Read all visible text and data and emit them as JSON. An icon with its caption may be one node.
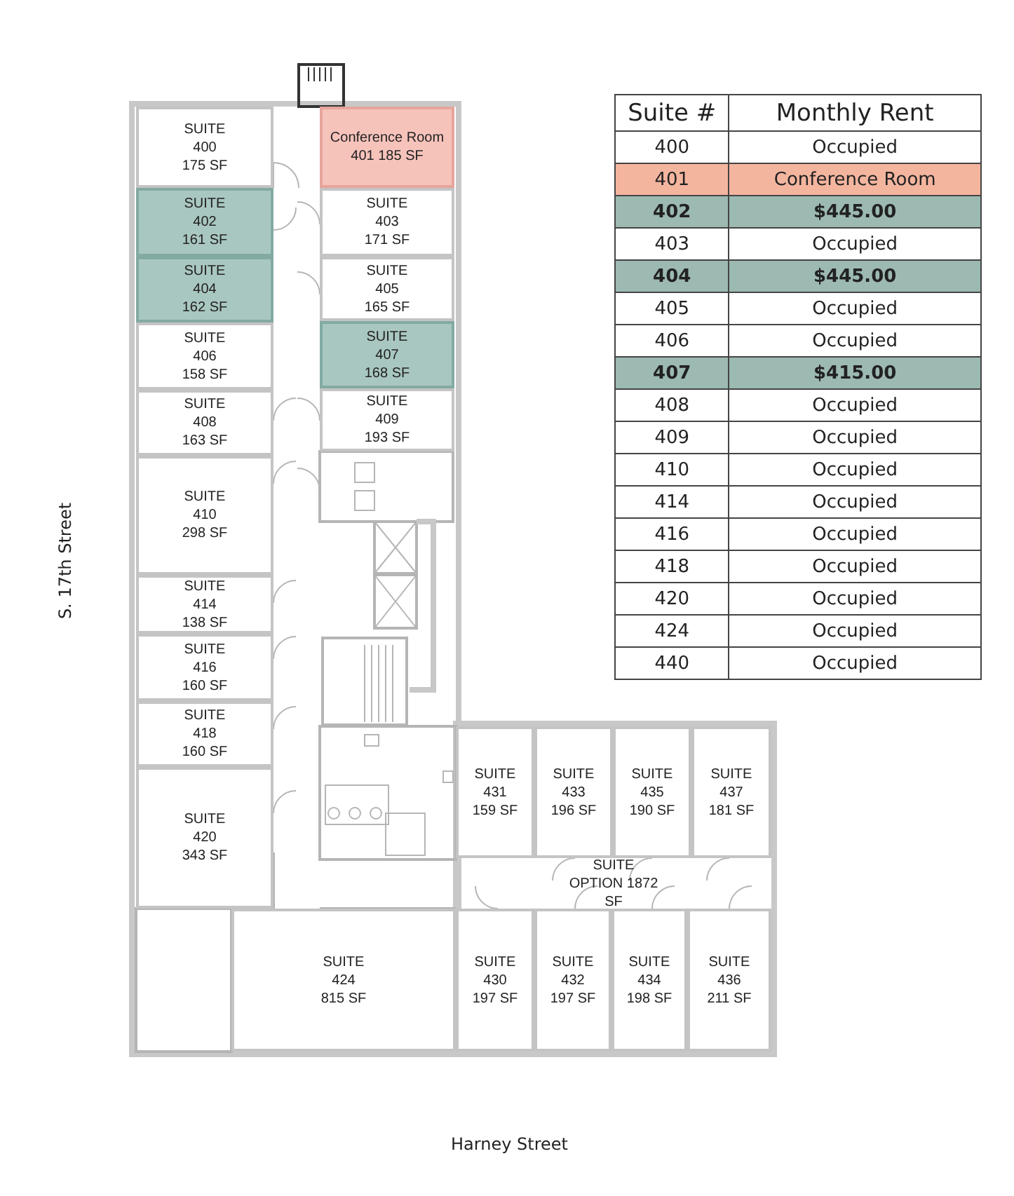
{
  "diagram": {
    "nodes": [
      {
        "text": [
          "SUITE 400 175 SF"
        ]
      },
      {
        "text": [
          "Conference Room 401 185 SF"
        ]
      },
      {
        "text": [
          "SUITE 402 161 SF"
        ]
      },
      {
        "text": [
          "SUITE 403 171 SF"
        ]
      },
      {
        "text": [
          "SUITE 404 162 SF"
        ]
      },
      {
        "text": [
          "SUITE 405 165 SF"
        ]
      },
      {
        "text": [
          "SUITE 406 158 SF"
        ]
      },
      {
        "text": [
          "SUITE 407 168 SF"
        ]
      },
      {
        "text": [
          "SUITE 408 163 SF"
        ]
      },
      {
        "text": [
          "SUITE 409 193 SF"
        ]
      },
      {
        "text": [
          "SUITE 410 298 SF"
        ]
      },
      {
        "text": [
          "SUITE 414 138 SF"
        ]
      },
      {
        "text": [
          "SUITE 416 160 SF"
        ]
      },
      {
        "text": [
          "SUITE 418 160 SF"
        ]
      },
      {
        "text": [
          "SUITE 420 343 SF"
        ]
      },
      {
        "text": [
          "SUITE 431 159 SF"
        ]
      },
      {
        "text": [
          "SUITE 433 196 SF"
        ]
      },
      {
        "text": [
          "SUITE 435 190 SF"
        ]
      },
      {
        "text": [
          "SUITE 437 181 SF"
        ]
      },
      {
        "text": [
          "SUITE OPTION 1872 SF"
        ]
      },
      {
        "text": [
          "SUITE 424 815 SF"
        ]
      },
      {
        "text": [
          "SUITE 430 197 SF"
        ]
      },
      {
        "text": [
          "SUITE 432 197 SF"
        ]
      },
      {
        "text": [
          "SUITE 434 198 SF"
        ]
      },
      {
        "text": [
          "SUITE 436 211 SF"
        ]
      }
    ],
    "labels": [
      "Suite #",
      "Monthly Rent",
      "400",
      "Occupied",
      "401",
      "Conference Room",
      "402",
      "$445.00",
      "403",
      "Occupied",
      "404",
      "$445.00",
      "405",
      "Occupied",
      "406",
      "Occupied",
      "407",
      "$415.00",
      "408",
      "Occupied",
      "409",
      "Occupied",
      "410",
      "Occupied",
      "414",
      "Occupied",
      "416",
      "Occupied",
      "418",
      "Occupied",
      "420",
      "Occupied",
      "424",
      "Occupied",
      "440",
      "Occupied",
      "S. 17th Street",
      "Harney Street"
    ]
  }
}
